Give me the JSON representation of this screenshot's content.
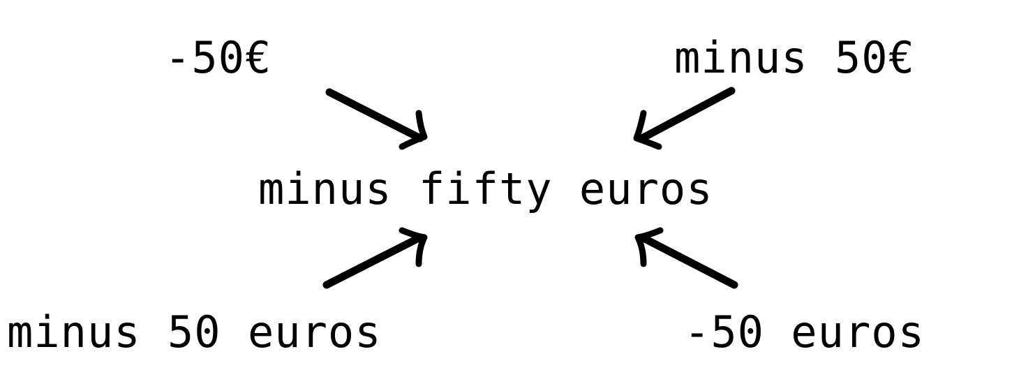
{
  "center": {
    "text": "minus fifty euros"
  },
  "sources": [
    {
      "position": "top-left",
      "text": "-50€"
    },
    {
      "position": "top-right",
      "text": "minus 50€"
    },
    {
      "position": "bottom-left",
      "text": "minus 50 euros"
    },
    {
      "position": "bottom-right",
      "text": "-50 euros"
    }
  ]
}
